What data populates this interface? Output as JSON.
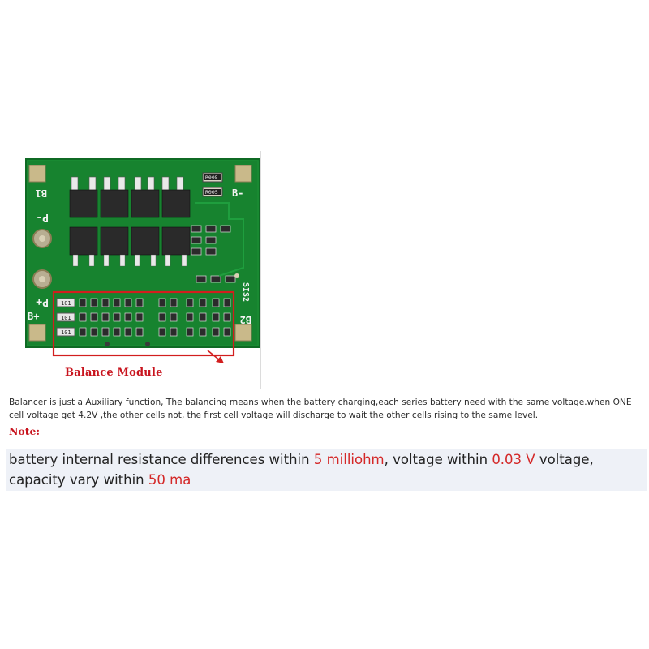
{
  "figure": {
    "board_labels": {
      "b1": "B1",
      "b_minus": "B-",
      "p_minus": "P-",
      "p_plus": "P+",
      "b_plus": "B+",
      "b2": "B2",
      "sis2": "SIS2",
      "res_r005_a": "R005",
      "res_r005_b": "R005",
      "res_101_a": "101",
      "res_101_b": "101",
      "res_101_c": "101"
    },
    "balance_module_label": "Balance Module",
    "colors": {
      "board": "#17832f",
      "highlight_box": "#d21e1e",
      "annotation_text": "#c8141e"
    }
  },
  "description": "Balancer is just a Auxiliary function, The balancing means when the battery charging,each series battery need with the same voltage.when ONE cell voltage get 4.2V ,the other cells not, the first cell voltage will discharge to wait the other cells rising to the same level.",
  "note": {
    "label": "Note:",
    "text_1": "battery internal resistance differences within ",
    "value_1": "5 milliohm",
    "text_2": ", voltage within ",
    "value_2": "0.03 V",
    "text_3": " voltage, capacity vary within ",
    "value_3": "50 ma"
  }
}
